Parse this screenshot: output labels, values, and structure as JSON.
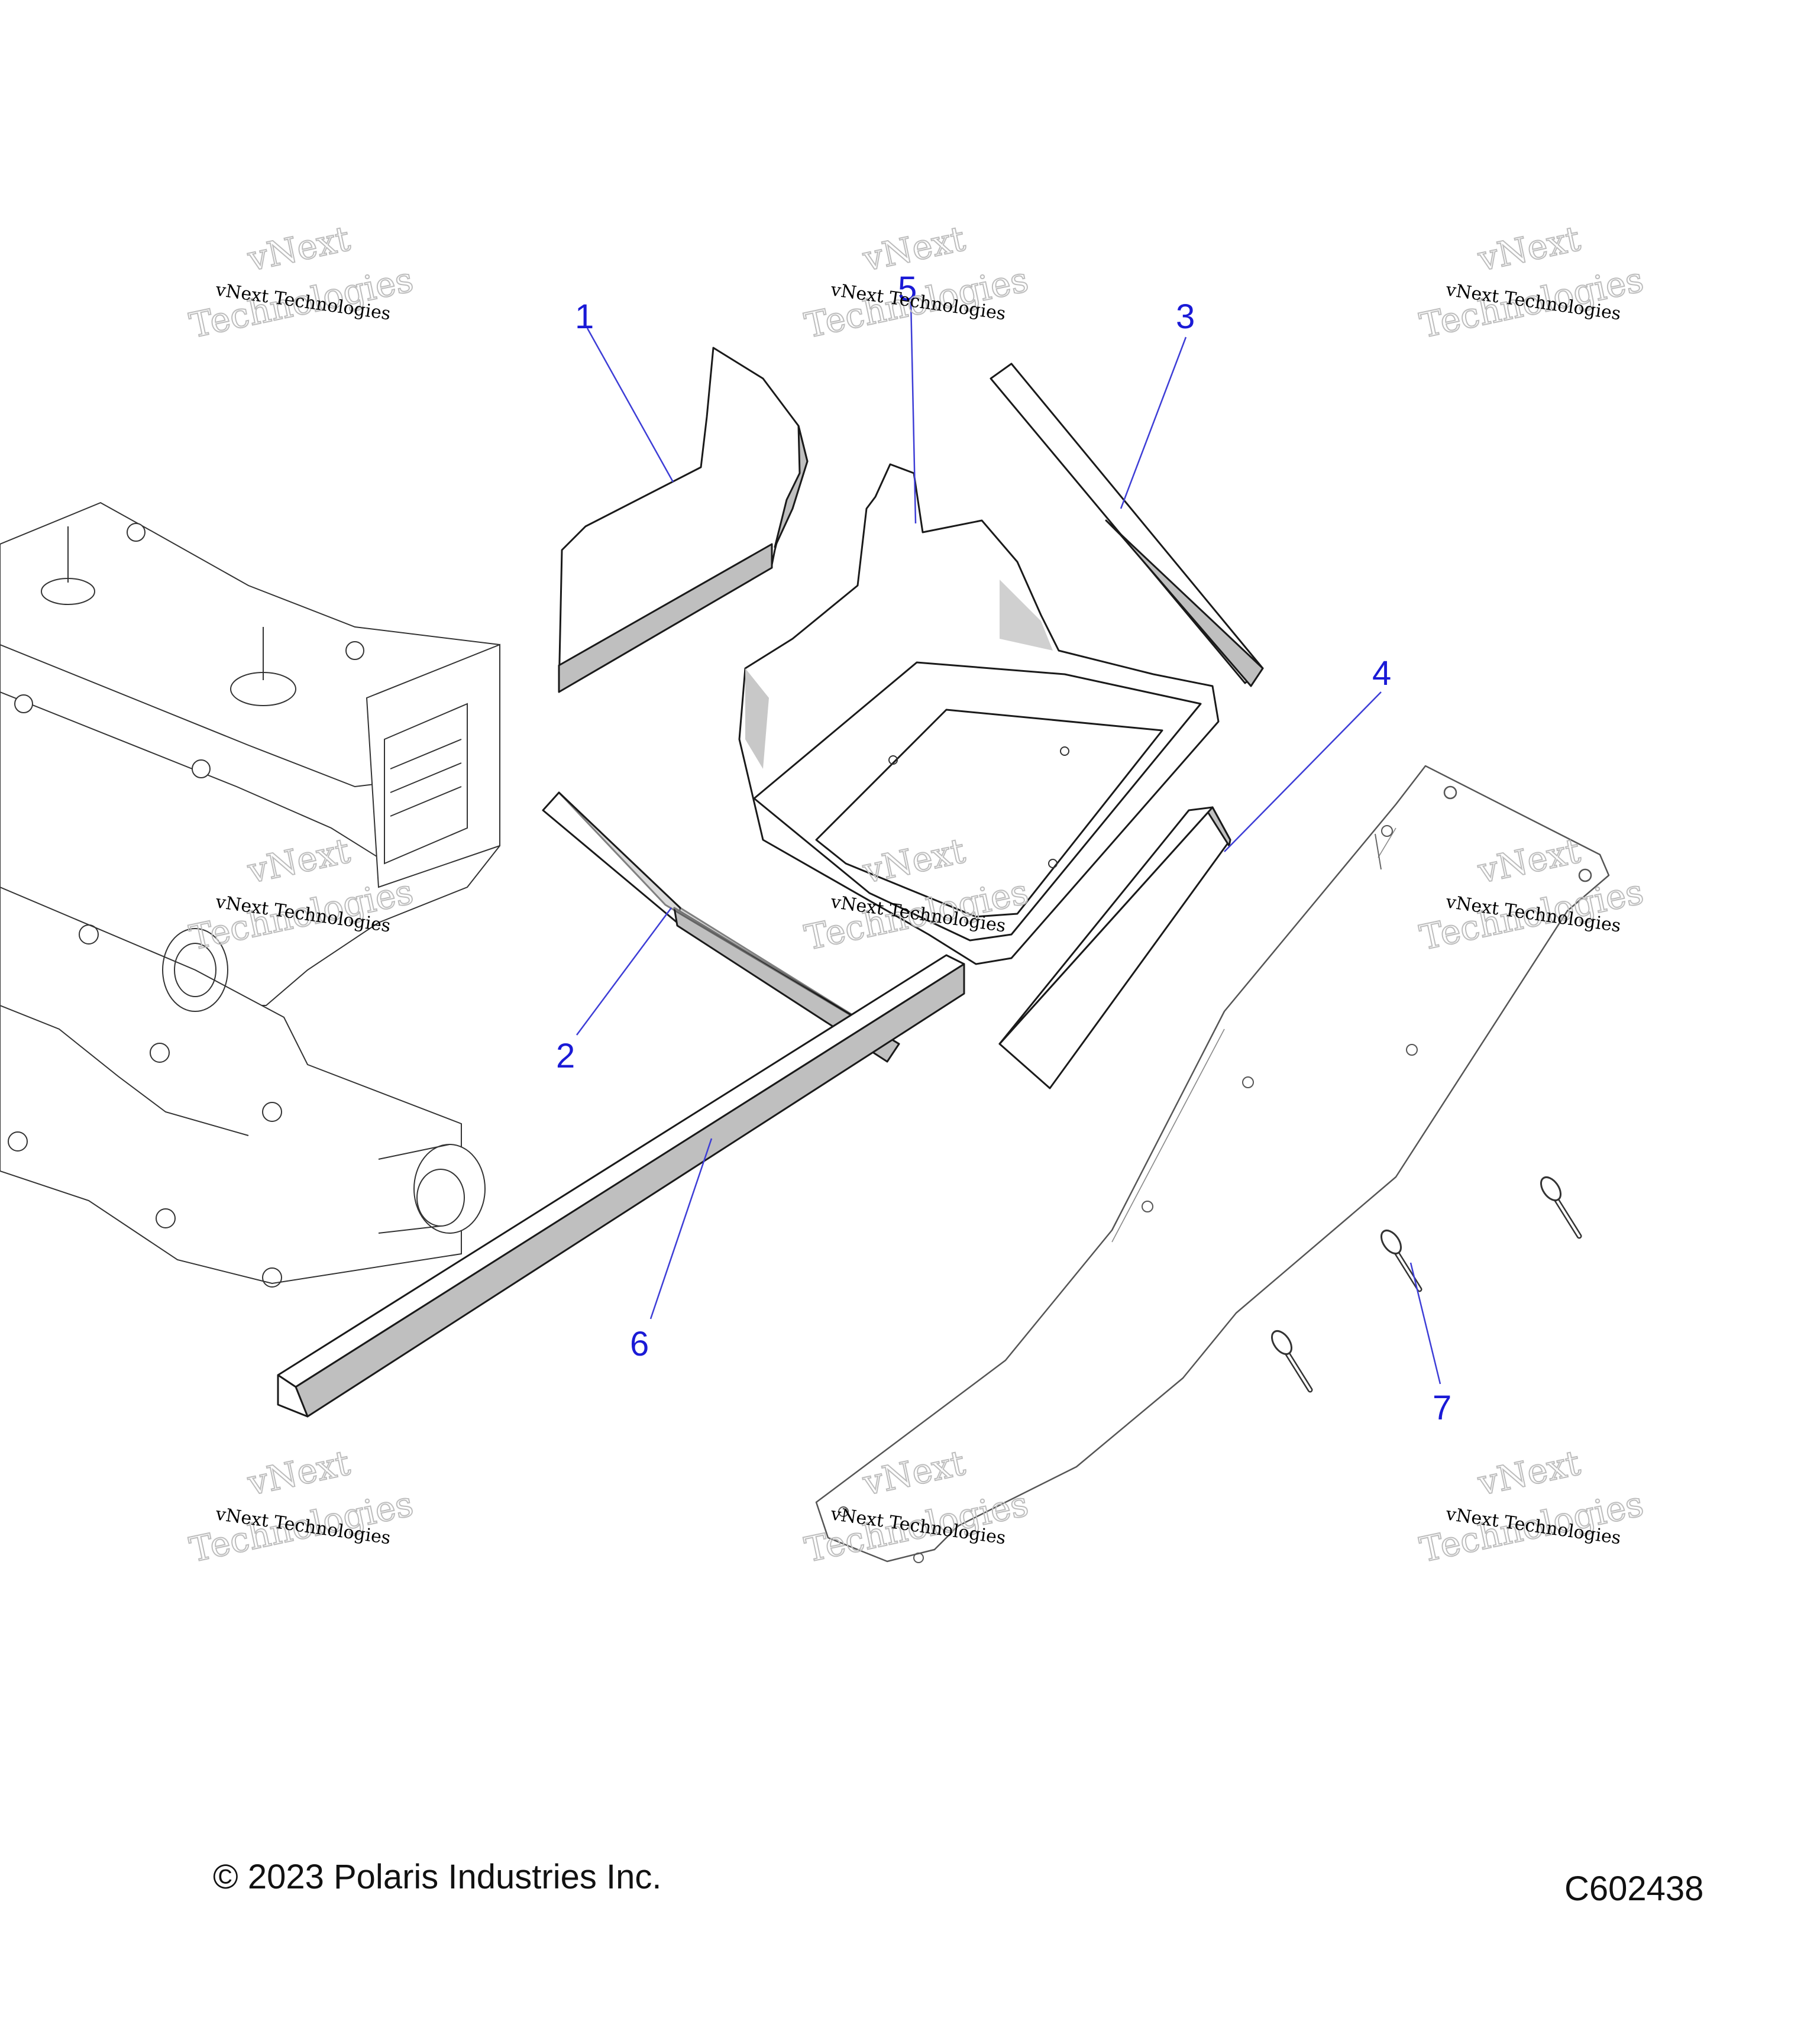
{
  "footer": {
    "copyright": "© 2023 Polaris Industries Inc.",
    "diagram_code": "C602438"
  },
  "callouts": [
    "1",
    "2",
    "3",
    "4",
    "5",
    "6",
    "7"
  ],
  "watermark": {
    "line1": "vNext Technologies",
    "line2": "vNext",
    "line3": "Technologies"
  },
  "colors": {
    "callout": "#1a1ad6",
    "part_face": "#ffffff",
    "part_shade": "#bfbfbf",
    "part_shade_dark": "#a8a8a8"
  }
}
